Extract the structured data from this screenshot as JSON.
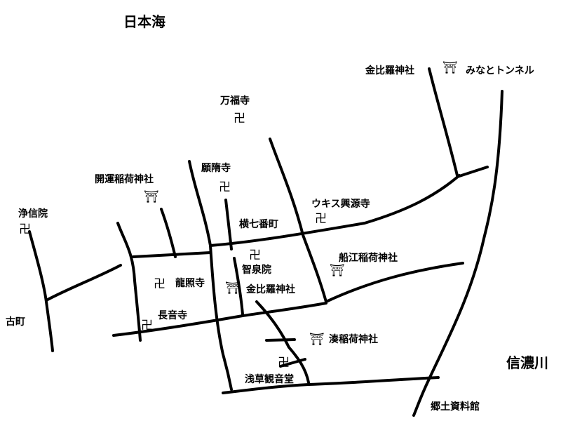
{
  "map": {
    "sea_label": "日本海",
    "river_label": "信濃川",
    "places": {
      "konpira_jinja_north": "金比羅神社",
      "minato_tunnel": "みなとトンネル",
      "manpukuji": "万福寺",
      "ganzuiji": "願隋寺",
      "kaiun_inari": "開運稲荷神社",
      "jokoin": "浄信院",
      "yokoshichi": "横七番町",
      "ukisu_kogenji": "ウキス興源寺",
      "funae_inari": "船江稲荷神社",
      "chisenin": "智泉院",
      "ryushoji": "龍照寺",
      "konpira_jinja_south": "金比羅神社",
      "furumachi": "古町",
      "choonji": "長音寺",
      "minato_inari": "湊稲荷神社",
      "asakusa_kannondo": "浅草観音堂",
      "kyodo_shiryokan": "郷土資料館"
    },
    "icons": {
      "temple_symbol": "卍",
      "shrine_symbol": "⛩"
    }
  }
}
